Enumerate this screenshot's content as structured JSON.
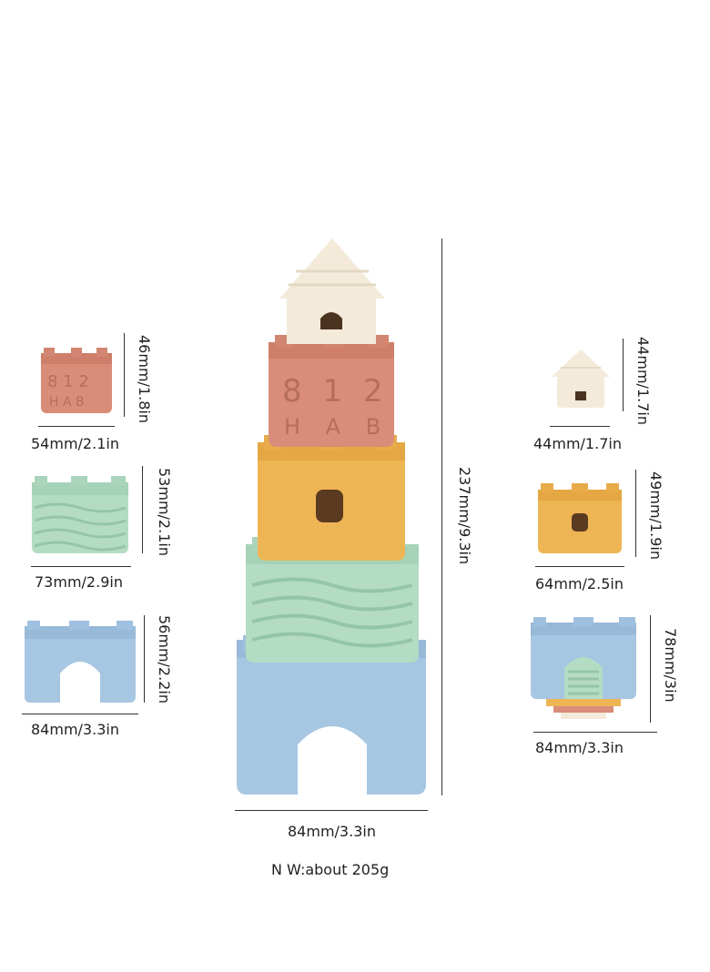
{
  "tower": {
    "height_label": "237mm/9.3in",
    "width_label": "84mm/3.3in",
    "weight_label": "N W:about 205g",
    "letters_top": "8 1 2",
    "letters_bottom": "H A B"
  },
  "left_pieces": [
    {
      "name": "red-cup",
      "height_label": "46mm/1.8in",
      "width_label": "54mm/2.1in",
      "color": "#d98d78"
    },
    {
      "name": "green-cup",
      "height_label": "53mm/2.1in",
      "width_label": "73mm/2.9in",
      "color": "#b4dcc4"
    },
    {
      "name": "blue-cup",
      "height_label": "56mm/2.2in",
      "width_label": "84mm/3.3in",
      "color": "#a7c6e2"
    }
  ],
  "right_pieces": [
    {
      "name": "cream-roof",
      "height_label": "44mm/1.7in",
      "width_label": "44mm/1.7in",
      "color": "#f3ead9"
    },
    {
      "name": "yellow-cup",
      "height_label": "49mm/1.9in",
      "width_label": "64mm/2.5in",
      "color": "#eeb555"
    },
    {
      "name": "nested-stack",
      "height_label": "78mm/3in",
      "width_label": "84mm/3.3in",
      "color": "#a7c6e2"
    }
  ],
  "colors": {
    "cream": "#f3ead9",
    "terracotta": "#d98d78",
    "mustard": "#eeb555",
    "mint": "#b4dcc4",
    "sky": "#a7c6e2"
  }
}
